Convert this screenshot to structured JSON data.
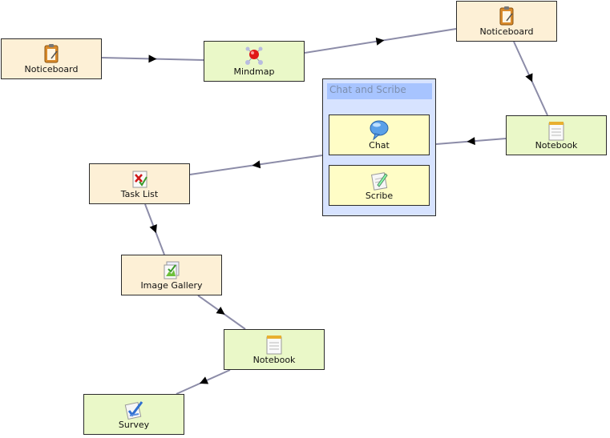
{
  "nodes": {
    "noticeboard_1": {
      "label": "Noticeboard",
      "icon": "clipboard-icon"
    },
    "mindmap": {
      "label": "Mindmap",
      "icon": "molecule-icon"
    },
    "noticeboard_2": {
      "label": "Noticeboard",
      "icon": "clipboard-icon"
    },
    "notebook_1": {
      "label": "Notebook",
      "icon": "notepad-icon"
    },
    "group_chat_scribe": {
      "title": "Chat and Scribe",
      "chat": {
        "label": "Chat",
        "icon": "speech-bubble-icon"
      },
      "scribe": {
        "label": "Scribe",
        "icon": "pen-paper-icon"
      }
    },
    "task_list": {
      "label": "Task List",
      "icon": "checklist-icon"
    },
    "image_gallery": {
      "label": "Image Gallery",
      "icon": "image-icon"
    },
    "notebook_2": {
      "label": "Notebook",
      "icon": "notepad-icon"
    },
    "survey": {
      "label": "Survey",
      "icon": "survey-check-icon"
    }
  },
  "colors": {
    "edge": "#8c8ca8",
    "arrow": "#000000",
    "orange_fill": "#fdf0d6",
    "green_fill": "#eaf8c8",
    "yellow_fill": "#fffdc6",
    "group_fill": "#d7e3ff",
    "group_title_fill": "#a7c4ff"
  }
}
